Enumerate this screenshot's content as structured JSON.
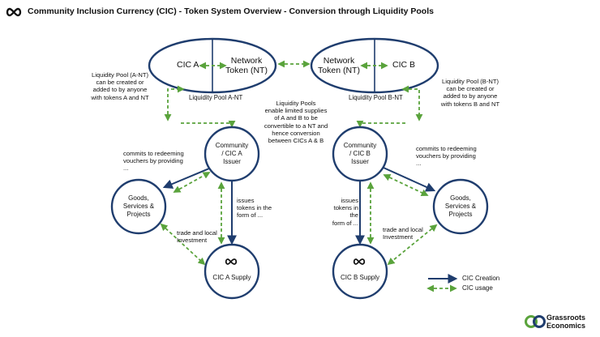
{
  "header": {
    "title": "Community Inclusion Currency (CIC) - Token System Overview - Conversion through Liquidity Pools",
    "logo_icon": "infinity-logo-icon"
  },
  "pools": {
    "left": {
      "cic": "CIC A",
      "network_token_line1": "Network",
      "network_token_line2": "Token (NT)",
      "label": "Liquidity Pool A-NT",
      "note": [
        "Liquidity Pool (A-NT)",
        "can be created or",
        "added to by anyone",
        "with tokens A and NT"
      ]
    },
    "right": {
      "cic": "CIC B",
      "network_token_line1": "Network",
      "network_token_line2": "Token (NT)",
      "label": "Liquidity Pool B-NT",
      "note": [
        "Liquidity Pool (B-NT)",
        "can be created or",
        "added to by anyone",
        "with tokens B and NT"
      ]
    }
  },
  "center_note": [
    "Liquidity Pools",
    "enable limited supplies",
    "of A and B to be",
    "convertible to a NT and",
    "hence conversion",
    "between CICs A & B"
  ],
  "left_side": {
    "issuer": [
      "Community",
      "/ CIC A",
      "Issuer"
    ],
    "goods": [
      "Goods,",
      "Services &",
      "Projects"
    ],
    "supply": "CIC A Supply",
    "commits": [
      "commits to redeeming",
      "vouchers by providing",
      "..."
    ],
    "issues": [
      "issues",
      "tokens in the",
      "form of ..."
    ],
    "trade": [
      "trade and local",
      "Investment"
    ]
  },
  "right_side": {
    "issuer": [
      "Community",
      "/ CIC B",
      "Issuer"
    ],
    "goods": [
      "Goods,",
      "Services &",
      "Projects"
    ],
    "supply": "CIC B Supply",
    "commits": [
      "commits to redeeming",
      "vouchers by providing",
      "..."
    ],
    "issues": [
      "issues",
      "tokens in the",
      "form of ..."
    ],
    "trade": [
      "trade and local",
      "Investment"
    ]
  },
  "legend": {
    "creation": "CIC Creation",
    "usage": "CIC usage"
  },
  "brand": {
    "line1": "Grassroots",
    "line2": "Economics",
    "logo_icon": "grassroots-logo-icon"
  },
  "colors": {
    "navy": "#1f3d6e",
    "green": "#5aa33c",
    "node_fill": "#ffffff"
  }
}
